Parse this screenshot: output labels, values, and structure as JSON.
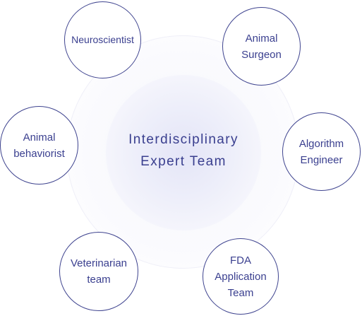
{
  "center": {
    "line1": "Interdisciplinary",
    "line2": "Expert Team"
  },
  "nodes": [
    {
      "label": "Neuroscientist"
    },
    {
      "label": "Animal\nSurgeon"
    },
    {
      "label": "Animal\nbehaviorist"
    },
    {
      "label": "Algorithm\nEngineer"
    },
    {
      "label": "Veterinarian\nteam"
    },
    {
      "label": "FDA\nApplication\nTeam"
    }
  ],
  "colors": {
    "stroke": "#3f448f",
    "text": "#3a3f8f",
    "halo": "#e4e5f7"
  }
}
